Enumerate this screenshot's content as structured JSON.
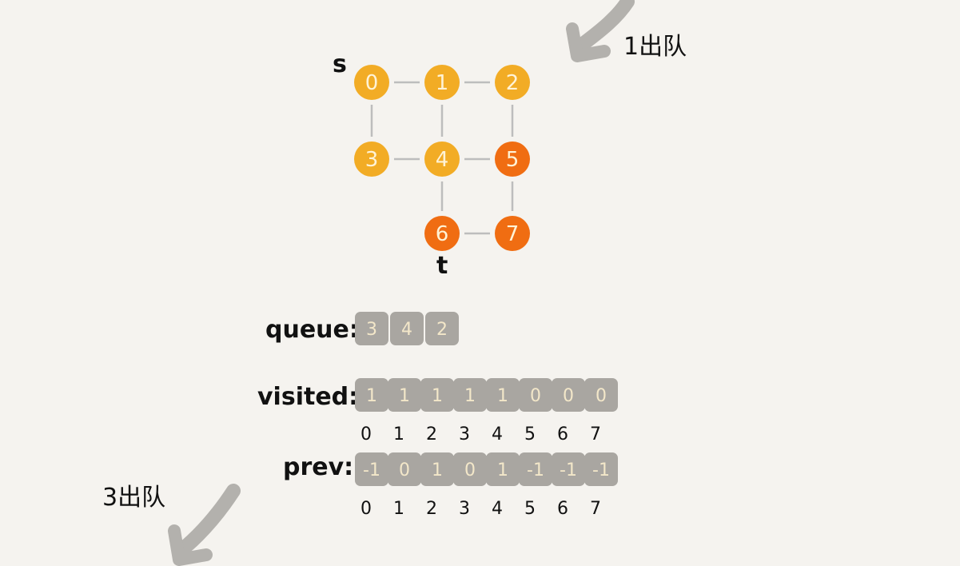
{
  "colors": {
    "background": "#f5f3ef",
    "node_visited": "#f2ac25",
    "node_unvisited": "#f06d12",
    "edge": "#bdbdbd",
    "cell": "#a9a6a1",
    "arrow": "#b3b1ad"
  },
  "graph": {
    "source_label": "s",
    "target_label": "t",
    "nodes": [
      {
        "id": "0",
        "state": "visited"
      },
      {
        "id": "1",
        "state": "visited"
      },
      {
        "id": "2",
        "state": "visited"
      },
      {
        "id": "3",
        "state": "visited"
      },
      {
        "id": "4",
        "state": "visited"
      },
      {
        "id": "5",
        "state": "unvisited"
      },
      {
        "id": "6",
        "state": "unvisited"
      },
      {
        "id": "7",
        "state": "unvisited"
      }
    ],
    "edges": [
      [
        "0",
        "1"
      ],
      [
        "1",
        "2"
      ],
      [
        "0",
        "3"
      ],
      [
        "1",
        "4"
      ],
      [
        "2",
        "5"
      ],
      [
        "3",
        "4"
      ],
      [
        "4",
        "5"
      ],
      [
        "4",
        "6"
      ],
      [
        "5",
        "7"
      ],
      [
        "6",
        "7"
      ]
    ]
  },
  "notes": {
    "top_right": "1出队",
    "bottom_left": "3出队"
  },
  "arrays": {
    "queue": {
      "label": "queue:",
      "values": [
        "3",
        "4",
        "2"
      ]
    },
    "visited": {
      "label": "visited:",
      "values": [
        "1",
        "1",
        "1",
        "1",
        "1",
        "0",
        "0",
        "0"
      ],
      "indices": [
        "0",
        "1",
        "2",
        "3",
        "4",
        "5",
        "6",
        "7"
      ]
    },
    "prev": {
      "label": "prev:",
      "values": [
        "-1",
        "0",
        "1",
        "0",
        "1",
        "-1",
        "-1",
        "-1"
      ],
      "indices": [
        "0",
        "1",
        "2",
        "3",
        "4",
        "5",
        "6",
        "7"
      ]
    }
  }
}
